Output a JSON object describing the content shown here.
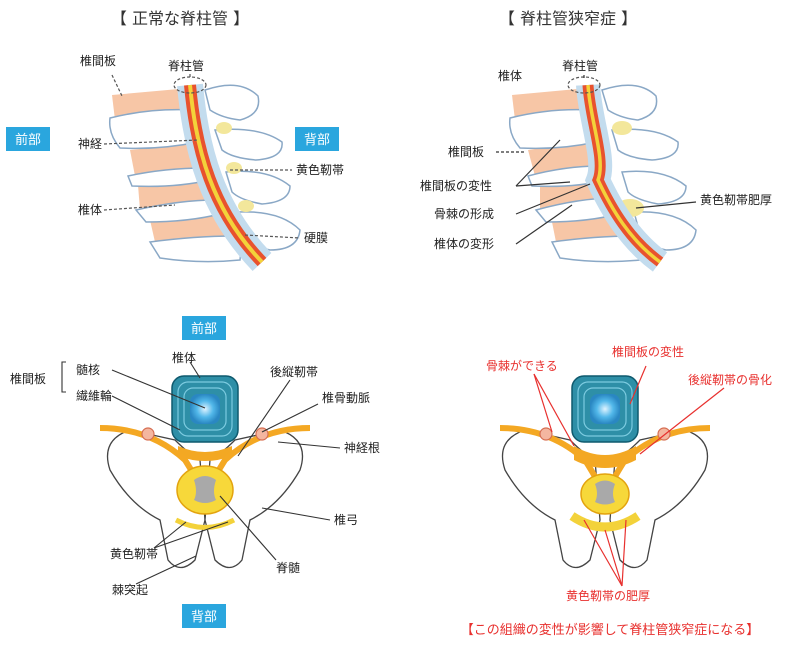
{
  "titles": {
    "normal": "【 正常な脊柱管 】",
    "stenosis": "【 脊柱管狭窄症 】"
  },
  "badges": {
    "front_left": "前部",
    "back_left": "背部",
    "front_center": "前部",
    "back_bottom": "背部"
  },
  "normal_side_labels": {
    "disc": "椎間板",
    "canal": "脊柱管",
    "nerve": "神経",
    "ligament": "黄色靭帯",
    "body": "椎体",
    "dura": "硬膜"
  },
  "stenosis_side_labels": {
    "body": "椎体",
    "canal": "脊柱管",
    "disc": "椎間板",
    "disc_degen": "椎間板の変性",
    "spur": "骨棘の形成",
    "body_deform": "椎体の変形",
    "lig_thick": "黄色靭帯肥厚"
  },
  "normal_cross_labels": {
    "disc_group": "椎間板",
    "nucleus": "髄核",
    "annulus": "繊維輪",
    "body": "椎体",
    "plig": "後縦靭帯",
    "artery": "椎骨動脈",
    "root": "神経根",
    "lamina": "椎弓",
    "ligament": "黄色靭帯",
    "cord": "脊髄",
    "spinous": "棘突起"
  },
  "stenosis_cross_labels": {
    "spur": "骨棘ができる",
    "disc_degen": "椎間板の変性",
    "plig_ossify": "後縦靭帯の骨化",
    "lig_thick": "黄色靭帯の肥厚",
    "caption": "【この組織の変性が影響して脊柱管狭窄症になる】"
  },
  "colors": {
    "badge": "#2aa6de",
    "caption": "#e8302e",
    "disc": "#f7c6a6",
    "bone_fill": "#ffffff",
    "bone_stroke": "#8aa8c6",
    "canal": "#c3dcee",
    "cord": "#e8522e",
    "cord_core": "#f3d23a",
    "ligament": "#f3e79b",
    "teal": "#2e8fa7",
    "nerve_root": "#f4a823"
  }
}
